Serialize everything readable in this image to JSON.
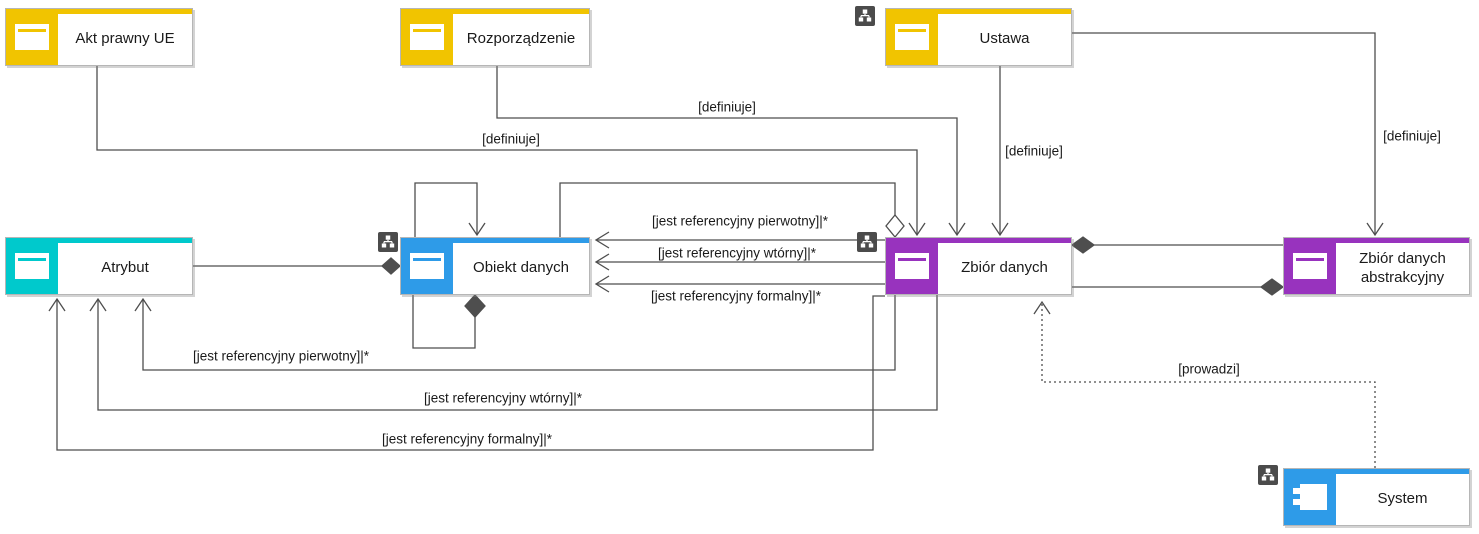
{
  "palette": {
    "yellow": "#F1C400",
    "teal": "#00C9CC",
    "blue": "#2E9BE8",
    "purple": "#9833BE",
    "line_gray": "#4E4E4E",
    "badge_gray": "#4B4B4B",
    "text": "#1A1A1A"
  },
  "diagram": {
    "nodes": [
      {
        "id": "akt-prawny-ue",
        "label": "Akt prawny UE",
        "type": "business-object",
        "color": "#F1C400",
        "badge": false
      },
      {
        "id": "rozporzadzenie",
        "label": "Rozporządzenie",
        "type": "business-object",
        "color": "#F1C400",
        "badge": false
      },
      {
        "id": "ustawa",
        "label": "Ustawa",
        "type": "business-object",
        "color": "#F1C400",
        "badge": true
      },
      {
        "id": "atrybut",
        "label": "Atrybut",
        "type": "business-object",
        "color": "#00C9CC",
        "badge": false
      },
      {
        "id": "obiekt-danych",
        "label": "Obiekt danych",
        "type": "business-object",
        "color": "#2E9BE8",
        "badge": true
      },
      {
        "id": "zbior-danych",
        "label": "Zbiór danych",
        "type": "business-object",
        "color": "#9833BE",
        "badge": true
      },
      {
        "id": "zbior-danych-abstrakcyjny",
        "label": "Zbiór danych abstrakcyjny",
        "type": "business-object",
        "color": "#9833BE",
        "badge": false
      },
      {
        "id": "system",
        "label": "System",
        "type": "component",
        "color": "#2E9BE8",
        "badge": true
      }
    ],
    "edges": [
      {
        "label": "[definiuje]",
        "from": "akt-prawny-ue",
        "to": "zbior-danych",
        "style": "solid-open-arrow"
      },
      {
        "label": "[definiuje]",
        "from": "rozporzadzenie",
        "to": "zbior-danych",
        "style": "solid-open-arrow"
      },
      {
        "label": "[definiuje]",
        "from": "ustawa",
        "to": "zbior-danych",
        "style": "solid-open-arrow"
      },
      {
        "label": "[definiuje]",
        "from": "ustawa",
        "to": "zbior-danych-abstrakcyjny",
        "style": "solid-open-arrow"
      },
      {
        "label": "[jest referencyjny pierwotny]|*",
        "from": "zbior-danych",
        "to": "obiekt-danych",
        "style": "solid-open-arrow"
      },
      {
        "label": "[jest referencyjny wtórny]|*",
        "from": "zbior-danych",
        "to": "obiekt-danych",
        "style": "solid-open-arrow"
      },
      {
        "label": "[jest referencyjny formalny]|*",
        "from": "zbior-danych",
        "to": "obiekt-danych",
        "style": "solid-open-arrow"
      },
      {
        "label": "[jest referencyjny pierwotny]|*",
        "from": "zbior-danych",
        "to": "atrybut",
        "style": "solid-open-arrow"
      },
      {
        "label": "[jest referencyjny wtórny]|*",
        "from": "zbior-danych",
        "to": "atrybut",
        "style": "solid-open-arrow"
      },
      {
        "label": "[jest referencyjny formalny]|*",
        "from": "zbior-danych",
        "to": "atrybut",
        "style": "solid-open-arrow"
      },
      {
        "label": "[prowadzi]",
        "from": "system",
        "to": "zbior-danych",
        "style": "dotted-open-arrow"
      },
      {
        "label": "",
        "from": "zbior-danych",
        "to": "obiekt-danych",
        "style": "aggregation-hollow-diamond"
      },
      {
        "label": "",
        "from": "obiekt-danych",
        "to": "obiekt-danych",
        "style": "self-loop-open-arrow"
      },
      {
        "label": "",
        "from": "obiekt-danych",
        "to": "obiekt-danych",
        "style": "self-loop-composition-filled-diamond"
      },
      {
        "label": "",
        "from": "obiekt-danych",
        "to": "atrybut",
        "style": "composition-filled-diamond"
      },
      {
        "label": "",
        "from": "zbior-danych",
        "to": "zbior-danych-abstrakcyjny",
        "style": "composition-filled-diamond"
      },
      {
        "label": "",
        "from": "zbior-danych-abstrakcyjny",
        "to": "zbior-danych",
        "style": "composition-filled-diamond"
      }
    ]
  }
}
